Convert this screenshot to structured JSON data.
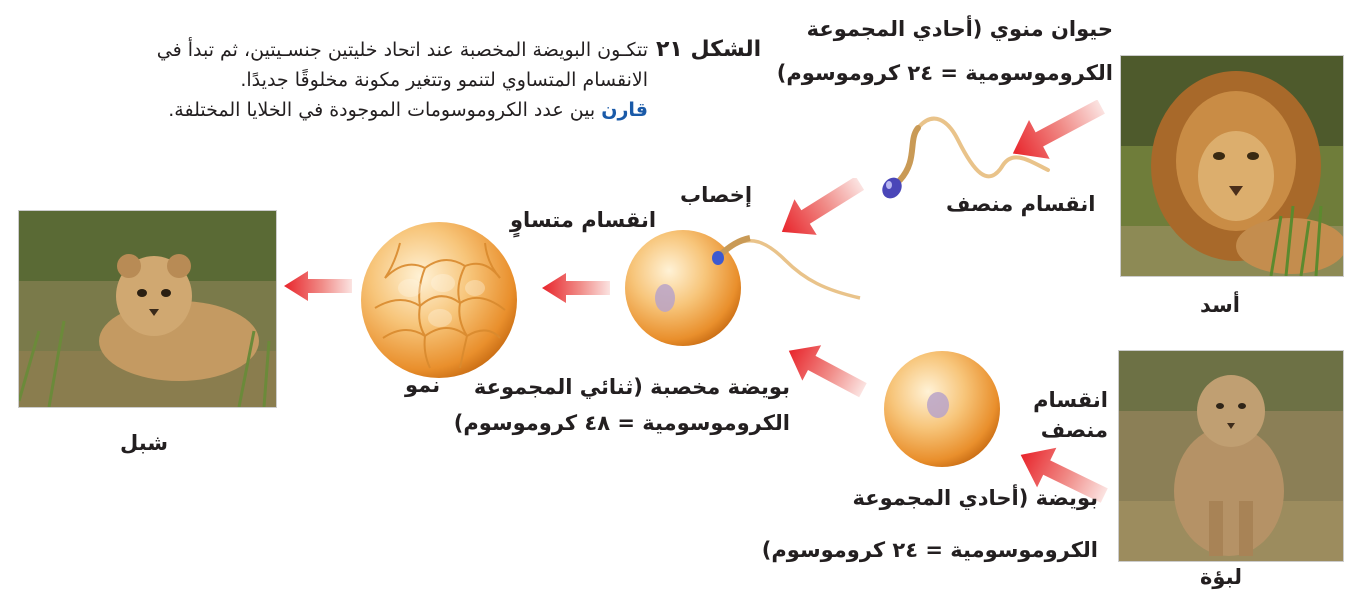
{
  "figure": {
    "label": "الشكل ٢١",
    "caption_line1": "تتكـون البويضة المخصبة عند اتحاد خليتين جنسـيتين، ثم تبدأ في",
    "caption_line2": "الانقسام المتساوي لتنمو وتتغير مكونة مخلوقًا جديدًا.",
    "question_keyword": "قارن",
    "question_rest": " بين عدد الكروموسومات الموجودة في الخلايا المختلفة."
  },
  "photos": {
    "lion": "أسد",
    "lioness": "لبؤة",
    "cub": "شبل"
  },
  "labels": {
    "sperm_line1": "حيوان منوي (أحادي المجموعة",
    "sperm_line2": "الكروموسومية = ٢٤ كروموسوم)",
    "meiosis_top": "انقسام منصف",
    "fertilization": "إخصاب",
    "mitosis": "انقسام متساوٍ",
    "growth": "نمو",
    "zygote_line1": "بويضة مخصبة (ثنائي المجموعة",
    "zygote_line2": "الكروموسومية = ٤٨ كروموسوم)",
    "meiosis_bottom_line1": "انقسام",
    "meiosis_bottom_line2": "منصف",
    "egg_line1": "بويضة (أحادي المجموعة",
    "egg_line2": "الكروموسومية = ٢٤ كروموسوم)"
  },
  "colors": {
    "arrow": "#e8242b",
    "cell": "#f2a945",
    "accent": "#1a5aa8"
  }
}
